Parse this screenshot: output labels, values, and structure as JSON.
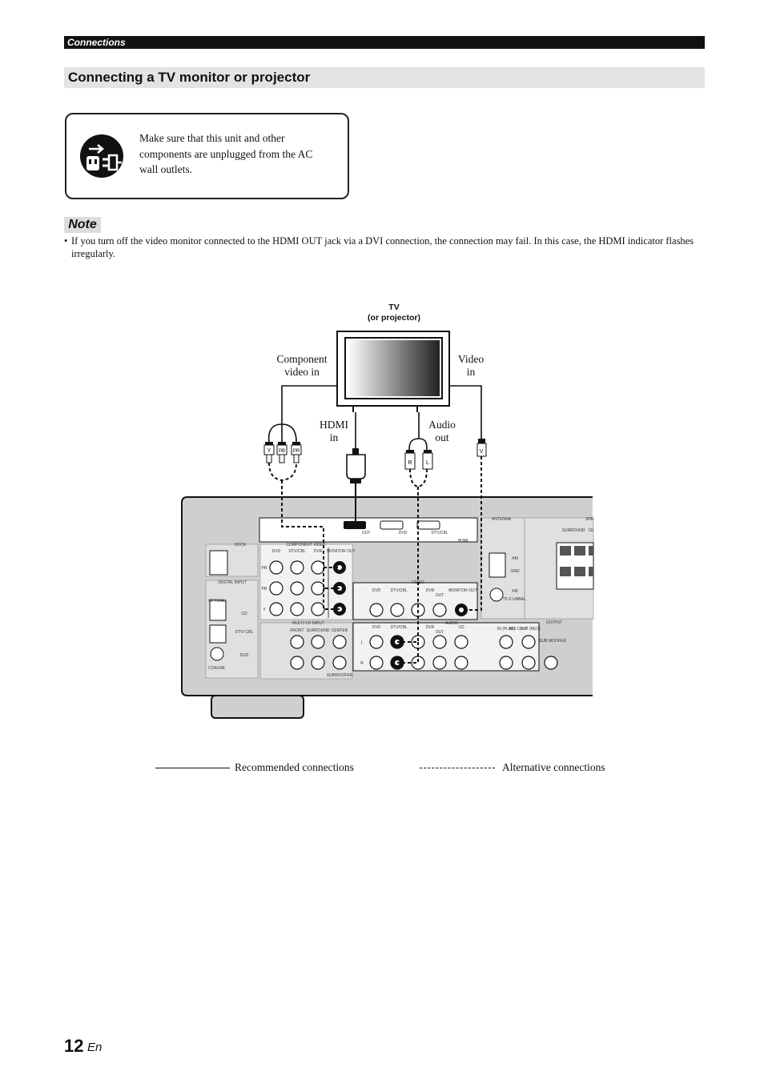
{
  "header": {
    "section": "Connections",
    "title": "Connecting a TV monitor or projector"
  },
  "warning": {
    "icon": "unplug-plug-icon",
    "text": "Make sure that this unit and other components are unplugged from the AC wall outlets."
  },
  "note": {
    "label": "Note",
    "bullet": "•",
    "items": [
      "If you turn off the video monitor connected to the HDMI OUT jack via a DVI connection, the connection may fail. In this case, the HDMI indicator flashes irregularly."
    ]
  },
  "diagram": {
    "tv_label_1": "TV",
    "tv_label_2": "(or projector)",
    "component_video_in_1": "Component",
    "component_video_in_2": "video in",
    "video_in_1": "Video",
    "video_in_2": "in",
    "hdmi_in_1": "HDMI",
    "hdmi_in_2": "in",
    "audio_out_1": "Audio",
    "audio_out_2": "out",
    "plug_y": "Y",
    "plug_pb": "PB",
    "plug_pr": "PR",
    "plug_r": "R",
    "plug_l": "L",
    "plug_v": "V",
    "panel": {
      "antenna": "ANTENNA",
      "speakers": "SPE",
      "surround": "SURROUND",
      "cd_short": "CE",
      "am": "AM",
      "gnd": "GND",
      "fm": "FM",
      "fm_unbal": "75 Ω UNBAL.",
      "hdmi_out": "OUT",
      "hdmi_dvd": "DVD",
      "hdmi_dtvcbl": "DTV/CBL",
      "hdmi": "HDMI",
      "dock": "DOCK",
      "digital_input": "DIGITAL INPUT",
      "optical": "OPTICAL",
      "coaxial": "COAXIAL",
      "dig_cd": "CD",
      "dig_dtvcbl": "DTV/ CBL",
      "dig_dvd": "DVD",
      "component_video": "COMPONENT VIDEO",
      "cv_dvd": "DVD",
      "cv_dtvcbl": "DTV/CBL",
      "cv_dvr": "DVR",
      "monitor_out": "MONITOR OUT",
      "pr": "PR",
      "pb": "PB",
      "y": "Y",
      "video": "VIDEO",
      "v_dvd": "DVD",
      "v_dtvcbl": "DTV/CBL",
      "v_dvr": "DVR",
      "v_out": "OUT",
      "v_monitor_out": "MONITOR OUT",
      "multi_ch_input": "MULTI CH INPUT",
      "front": "FRONT",
      "surround2": "SURROUND",
      "center": "CENTER",
      "subwoofer": "SUBWOOFER",
      "audio": "AUDIO",
      "a_dvd": "DVD",
      "a_dtvcbl": "DTV/CBL",
      "a_dvr": "DVR",
      "a_out": "OUT",
      "a_cd": "CD",
      "md_in": "IN (PLAY)",
      "md_cdr": "MD/ CD-R",
      "md_out": "OUT (REC)",
      "output": "OUTPUT",
      "sub_woofer": "SUB WOOFER",
      "ch_l": "L",
      "ch_r": "R"
    }
  },
  "legend": {
    "recommended": "Recommended connections",
    "alternative": "Alternative connections"
  },
  "footer": {
    "page": "12",
    "lang": "En"
  }
}
